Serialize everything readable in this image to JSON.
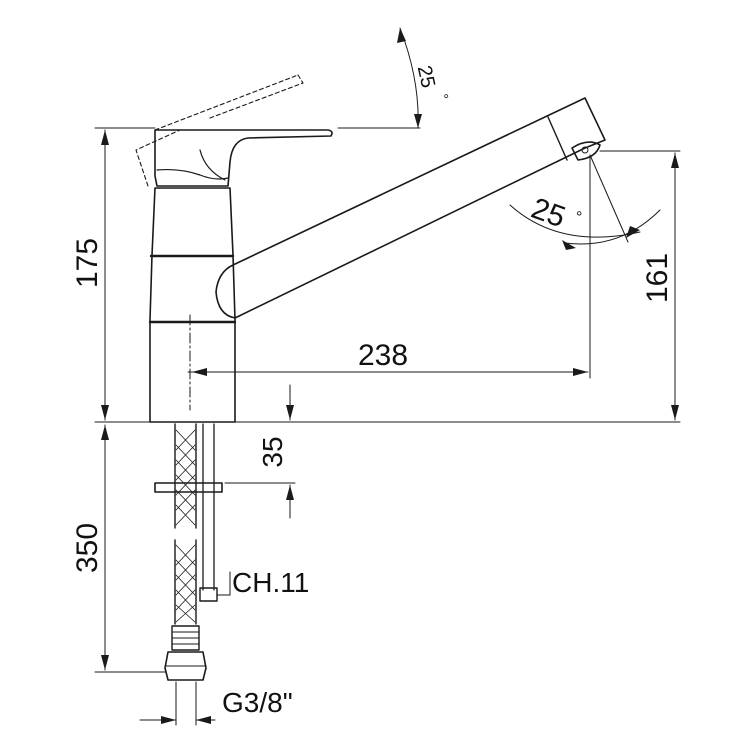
{
  "drawing": {
    "stroke_color": "#1a1a1a",
    "background": "#ffffff",
    "dimensions": {
      "handle_tilt_angle": "25",
      "handle_tilt_unit": "°",
      "spout_swivel_angle": "25",
      "spout_swivel_unit": "°",
      "overall_height": "175",
      "spout_height": "161",
      "spout_reach": "238",
      "mount_thickness": "35",
      "hose_length": "350",
      "wrench_size": "CH.11",
      "thread_size": "G3/8\""
    }
  }
}
